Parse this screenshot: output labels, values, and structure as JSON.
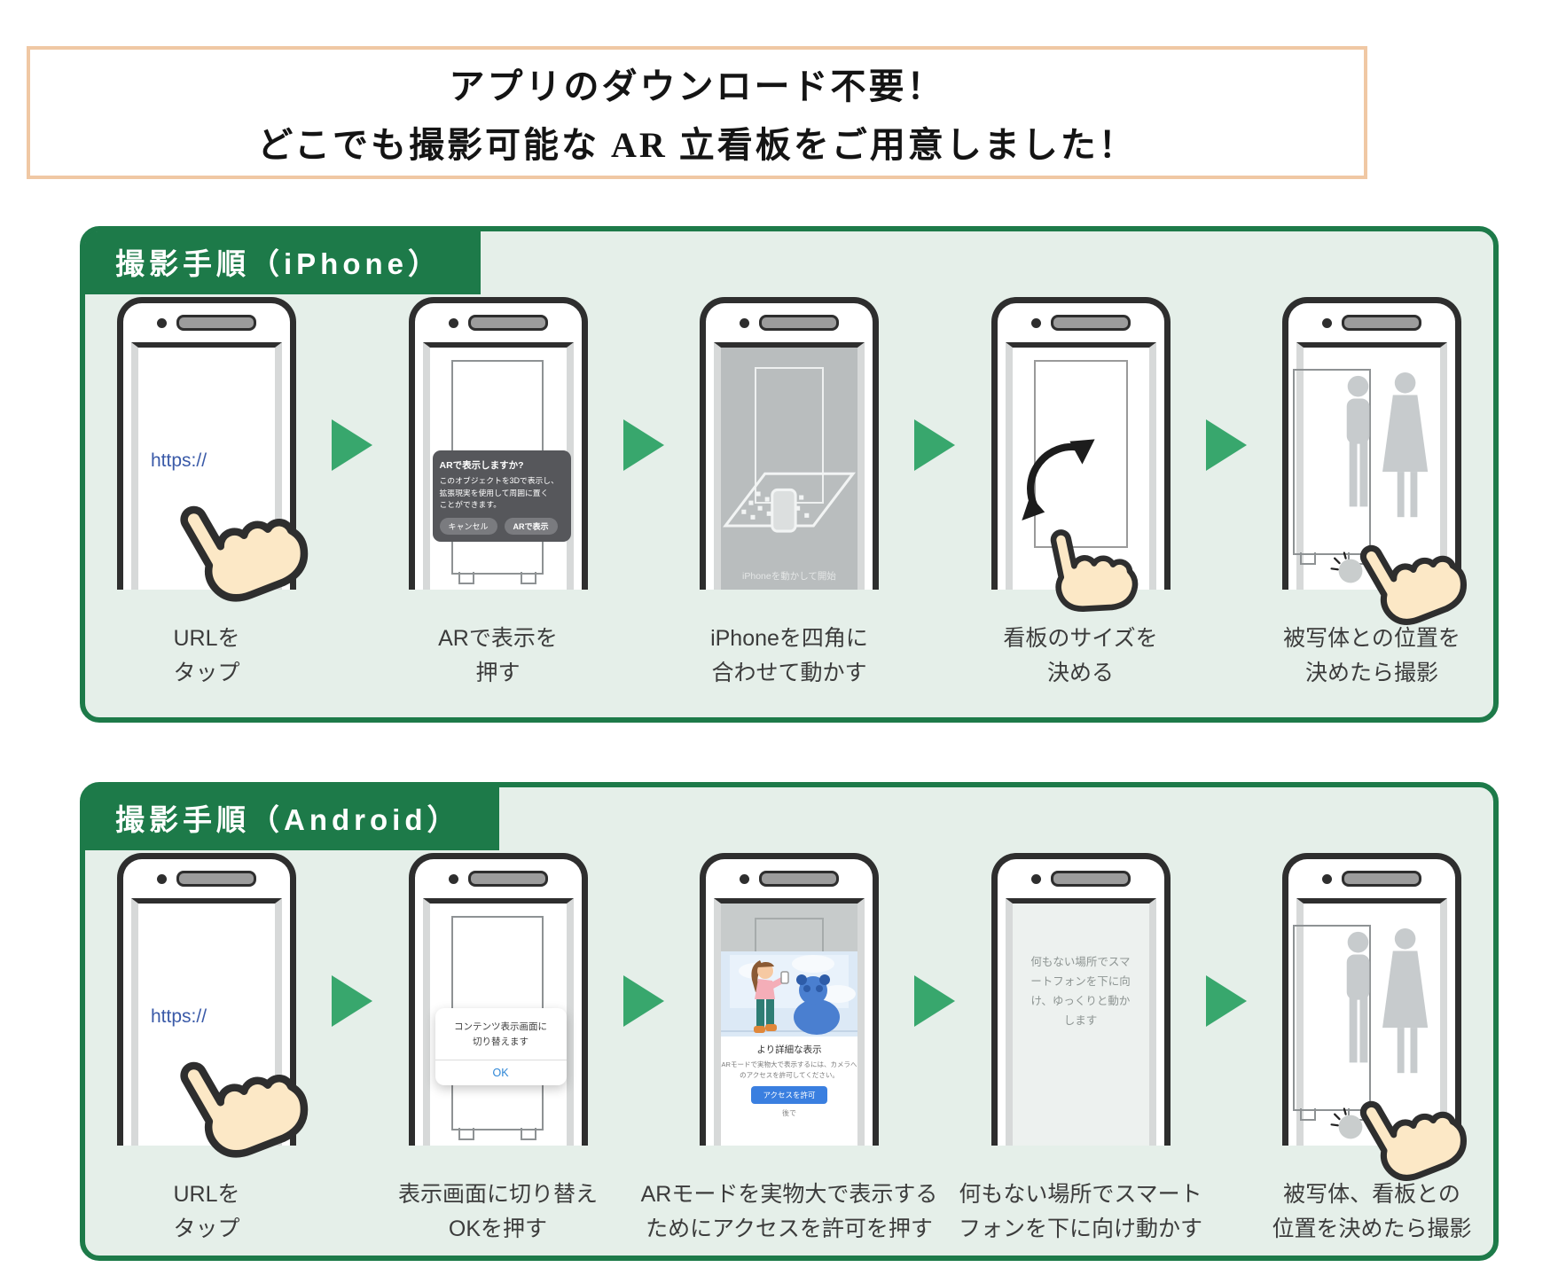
{
  "banner": {
    "line1": "アプリのダウンロード不要！",
    "line2": "どこでも撮影可能な AR 立看板をご用意しました！"
  },
  "sections": {
    "iphone": {
      "title": "撮影手順（iPhone）",
      "steps": [
        {
          "caption": "URLを\nタップ"
        },
        {
          "caption": "ARで表示を\n押す"
        },
        {
          "caption": "iPhoneを四角に\n合わせて動かす"
        },
        {
          "caption": "看板のサイズを\n決める"
        },
        {
          "caption": "被写体との位置を\n決めたら撮影"
        }
      ]
    },
    "android": {
      "title": "撮影手順（Android）",
      "steps": [
        {
          "caption": "URLを\nタップ"
        },
        {
          "caption": "表示画面に切り替え\nOKを押す"
        },
        {
          "caption": "ARモードを実物大で表示する\nためにアクセスを許可を押す"
        },
        {
          "caption": "何もない場所でスマート\nフォンを下に向け動かす"
        },
        {
          "caption": "被写体、看板との\n位置を決めたら撮影"
        }
      ]
    }
  },
  "screens": {
    "url_text": "https://",
    "ar_dialog": {
      "title": "ARで表示しますか?",
      "body": "このオブジェクトを3Dで表示し、\n拡張現実を使用して周囲に置く\nことができます。",
      "cancel": "キャンセル",
      "confirm": "ARで表示"
    },
    "iphone_move_prompt": "iPhoneを動かして開始",
    "content_dialog": {
      "message": "コンテンツ表示画面に\n切り替えます",
      "ok": "OK"
    },
    "permission_sheet": {
      "title": "より詳細な表示",
      "body": "ARモードで実物大で表示するには、カメラへ\nのアクセスを許可してください。",
      "allow": "アクセスを許可",
      "later": "後で"
    },
    "android_move_prompt": "何もない場所でスマ\nートフォンを下に向\nけ、ゆっくりと動か\nします"
  },
  "colors": {
    "section_green": "#1d7a49",
    "panel_mint": "#e5efe9",
    "arrow_green": "#38a76d",
    "banner_border": "#f0c8a4",
    "phone_outline": "#2e2e2e",
    "link_blue": "#3a5aa8",
    "ok_blue": "#2e86d6",
    "allow_blue": "#3a7fe0",
    "dialog_gray": "#56575b",
    "hand_skin": "#fce8c6",
    "silhouette_gray": "#c7cbcd"
  }
}
